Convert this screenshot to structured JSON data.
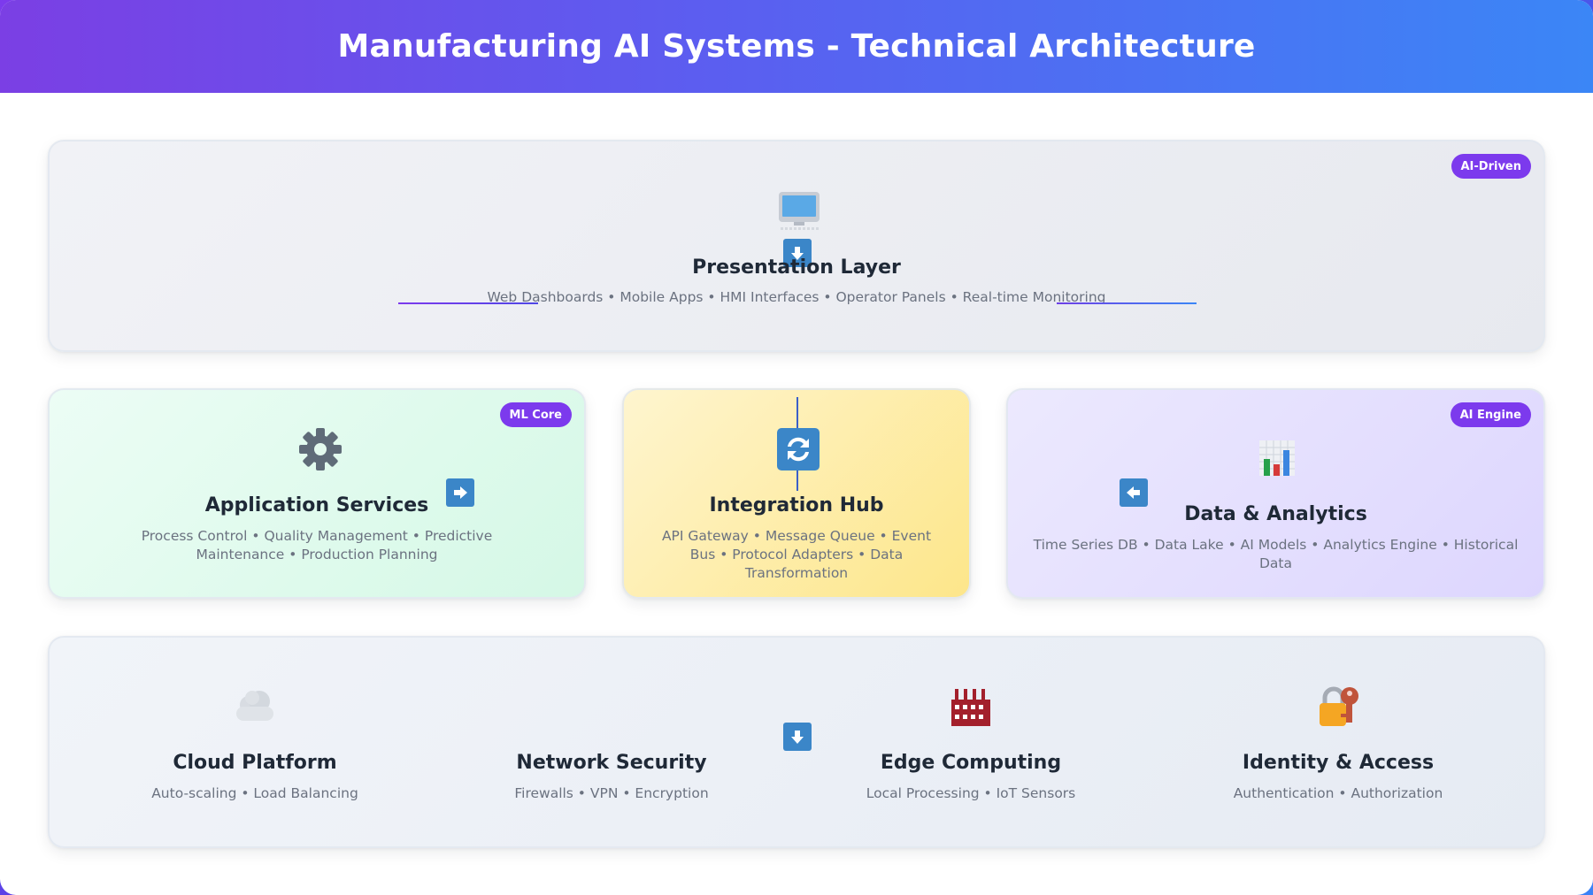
{
  "header": {
    "title": "Manufacturing AI Systems - Technical Architecture"
  },
  "presentation": {
    "title": "Presentation Layer",
    "description": "Web Dashboards • Mobile Apps • HMI Interfaces • Operator Panels • Real-time Monitoring",
    "badge": "AI-Driven",
    "icon": "computer-icon"
  },
  "application": {
    "title": "Application Services",
    "description": "Process Control • Quality Management • Predictive Maintenance • Production Planning",
    "badge": "ML Core",
    "icon": "gear-icon"
  },
  "integration": {
    "title": "Integration Hub",
    "description": "API Gateway • Message Queue • Event Bus • Protocol Adapters • Data Transformation",
    "icon": "sync-icon"
  },
  "data_analytics": {
    "title": "Data & Analytics",
    "description": "Time Series DB • Data Lake • AI Models • Analytics Engine • Historical Data",
    "badge": "AI Engine",
    "icon": "bar-chart-icon"
  },
  "infrastructure": {
    "items": [
      {
        "title": "Cloud Platform",
        "description": "Auto-scaling • Load Balancing",
        "icon": "cloud-icon"
      },
      {
        "title": "Network Security",
        "description": "Firewalls • VPN • Encryption",
        "icon": ""
      },
      {
        "title": "Edge Computing",
        "description": "Local Processing • IoT Sensors",
        "icon": "factory-icon"
      },
      {
        "title": "Identity & Access",
        "description": "Authentication • Authorization",
        "icon": "lock-key-icon"
      }
    ]
  },
  "colors": {
    "accent": "#7c3aed",
    "arrow": "#3b86c8",
    "line": "#4f46e5"
  }
}
